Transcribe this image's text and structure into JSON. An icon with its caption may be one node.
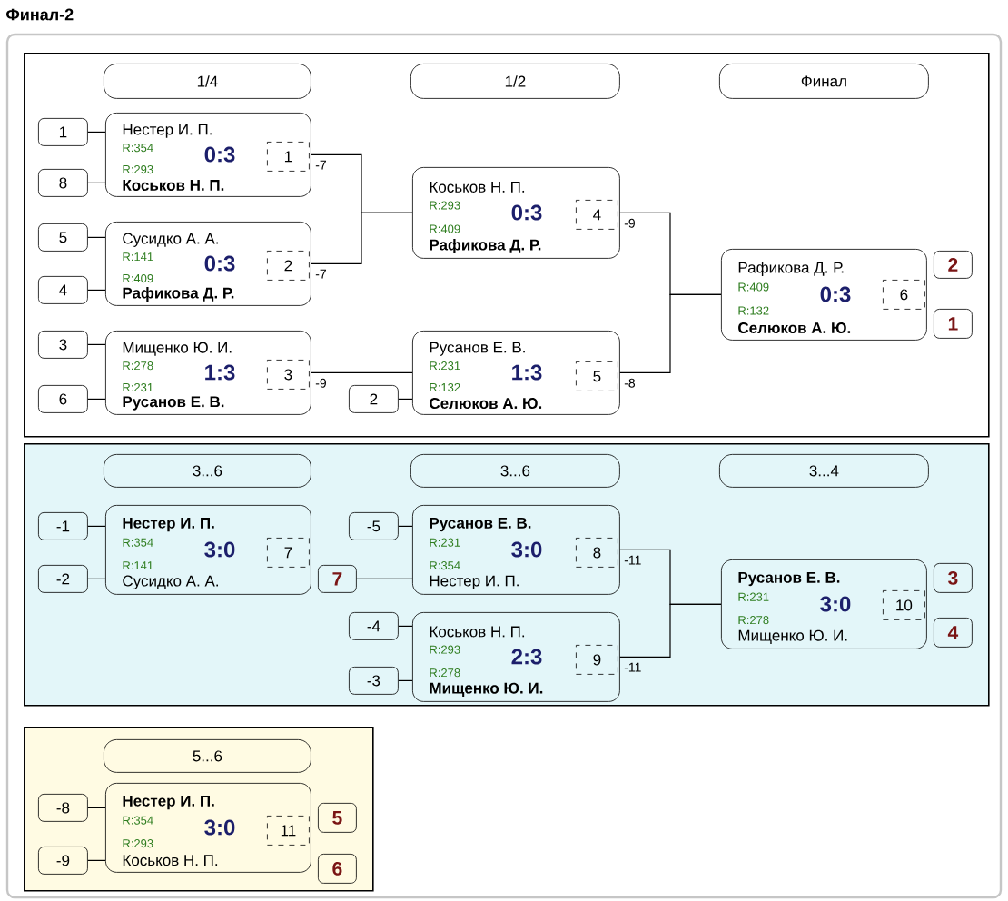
{
  "diagram": {
    "title": "Финал-2",
    "nodes": [
      {
        "text": [],
        "shape": "box"
      },
      {
        "text": [
          "1/4"
        ],
        "in": 0
      },
      {
        "text": [
          "1/2"
        ],
        "in": 0
      },
      {
        "text": [
          "Финал"
        ],
        "in": 0
      },
      {
        "text": [
          "1"
        ],
        "in": 0
      },
      {
        "text": [
          "8"
        ],
        "in": 0
      },
      {
        "text": [
          "Нестер И. П.",
          "R:354",
          "0:3",
          "R:293",
          "Коськов Н. П."
        ],
        "in": 0
      },
      {
        "text": [
          "1"
        ],
        "in": 6
      },
      {
        "text": [
          "5"
        ],
        "in": 0
      },
      {
        "text": [
          "4"
        ],
        "in": 0
      },
      {
        "text": [
          "Сусидко А. А.",
          "R:141",
          "0:3",
          "R:409",
          "Рафикова Д. Р."
        ],
        "in": 0
      },
      {
        "text": [
          "2"
        ],
        "in": 10
      },
      {
        "text": [
          "3"
        ],
        "in": 0
      },
      {
        "text": [
          "6"
        ],
        "in": 0
      },
      {
        "text": [
          "Мищенко Ю. И.",
          "R:278",
          "1:3",
          "R:231",
          "Русанов Е. В."
        ],
        "in": 0
      },
      {
        "text": [
          "3"
        ],
        "in": 14
      },
      {
        "text": [
          "Коськов Н. П.",
          "R:293",
          "0:3",
          "R:409",
          "Рафикова Д. Р."
        ],
        "in": 0
      },
      {
        "text": [
          "4"
        ],
        "in": 16
      },
      {
        "text": [
          "2"
        ],
        "in": 0
      },
      {
        "text": [
          "Русанов Е. В.",
          "R:231",
          "1:3",
          "R:132",
          "Селюков А. Ю."
        ],
        "in": 0
      },
      {
        "text": [
          "5"
        ],
        "in": 19
      },
      {
        "text": [
          "Рафикова Д. Р.",
          "R:409",
          "0:3",
          "R:132",
          "Селюков А. Ю."
        ],
        "in": 0
      },
      {
        "text": [
          "6"
        ],
        "in": 21
      },
      {
        "text": [
          "2"
        ],
        "in": 0
      },
      {
        "text": [
          "1"
        ],
        "in": 0
      },
      {
        "text": [],
        "shape": "box"
      },
      {
        "text": [
          "3...6"
        ],
        "in": 25
      },
      {
        "text": [
          "3...6"
        ],
        "in": 25
      },
      {
        "text": [
          "3...4"
        ],
        "in": 25
      },
      {
        "text": [
          "-1"
        ],
        "in": 25
      },
      {
        "text": [
          "-2"
        ],
        "in": 25
      },
      {
        "text": [
          "Нестер И. П.",
          "R:354",
          "3:0",
          "R:141",
          "Сусидко А. А."
        ],
        "in": 25
      },
      {
        "text": [
          "7"
        ],
        "in": 31
      },
      {
        "text": [
          "7"
        ],
        "in": 25
      },
      {
        "text": [
          "-5"
        ],
        "in": 25
      },
      {
        "text": [
          "Русанов Е. В.",
          "R:231",
          "3:0",
          "R:354",
          "Нестер И. П."
        ],
        "in": 25
      },
      {
        "text": [
          "8"
        ],
        "in": 35
      },
      {
        "text": [
          "-4"
        ],
        "in": 25
      },
      {
        "text": [
          "-3"
        ],
        "in": 25
      },
      {
        "text": [
          "Коськов Н. П.",
          "R:293",
          "2:3",
          "R:278",
          "Мищенко Ю. И."
        ],
        "in": 25
      },
      {
        "text": [
          "9"
        ],
        "in": 39
      },
      {
        "text": [
          "Русанов Е. В.",
          "R:231",
          "3:0",
          "R:278",
          "Мищенко Ю. И."
        ],
        "in": 25
      },
      {
        "text": [
          "10"
        ],
        "in": 41
      },
      {
        "text": [
          "3"
        ],
        "in": 25
      },
      {
        "text": [
          "4"
        ],
        "in": 25
      },
      {
        "text": [],
        "shape": "box"
      },
      {
        "text": [
          "5...6"
        ],
        "in": 45
      },
      {
        "text": [
          "-8"
        ],
        "in": 45
      },
      {
        "text": [
          "-9"
        ],
        "in": 45
      },
      {
        "text": [
          "Нестер И. П.",
          "R:354",
          "3:0",
          "R:293",
          "Коськов Н. П."
        ],
        "in": 45
      },
      {
        "text": [
          "11"
        ],
        "in": 49
      },
      {
        "text": [
          "5"
        ],
        "in": 45
      },
      {
        "text": [
          "6"
        ],
        "in": 45
      }
    ],
    "edges": [
      {
        "from": 4,
        "to": 6,
        "arrow": "none"
      },
      {
        "from": 5,
        "to": 6,
        "arrow": "none"
      },
      {
        "from": 8,
        "to": 10,
        "arrow": "none"
      },
      {
        "from": 9,
        "to": 10,
        "arrow": "none"
      },
      {
        "from": 12,
        "to": 14,
        "arrow": "none"
      },
      {
        "from": 13,
        "to": 14,
        "arrow": "none"
      },
      {
        "from": 6,
        "to": 16,
        "arrow": "none",
        "label": "-7"
      },
      {
        "from": 10,
        "to": 16,
        "arrow": "none",
        "label": "-7"
      },
      {
        "from": 14,
        "to": 19,
        "arrow": "none",
        "label": "-9"
      },
      {
        "from": 18,
        "to": 19,
        "arrow": "none"
      },
      {
        "from": 16,
        "to": 21,
        "arrow": "none",
        "label": "-9"
      },
      {
        "from": 19,
        "to": 21,
        "arrow": "none",
        "label": "-8"
      },
      {
        "from": 29,
        "to": 31,
        "arrow": "none"
      },
      {
        "from": 30,
        "to": 31,
        "arrow": "none"
      },
      {
        "from": 34,
        "to": 35,
        "arrow": "none"
      },
      {
        "from": 33,
        "to": 35,
        "arrow": "none"
      },
      {
        "from": 37,
        "to": 39,
        "arrow": "none"
      },
      {
        "from": 38,
        "to": 39,
        "arrow": "none"
      },
      {
        "from": 35,
        "to": 41,
        "arrow": "none",
        "label": "-11"
      },
      {
        "from": 39,
        "to": 41,
        "arrow": "none",
        "label": "-11"
      },
      {
        "from": 47,
        "to": 49,
        "arrow": "none"
      },
      {
        "from": 48,
        "to": 49,
        "arrow": "none"
      }
    ]
  }
}
